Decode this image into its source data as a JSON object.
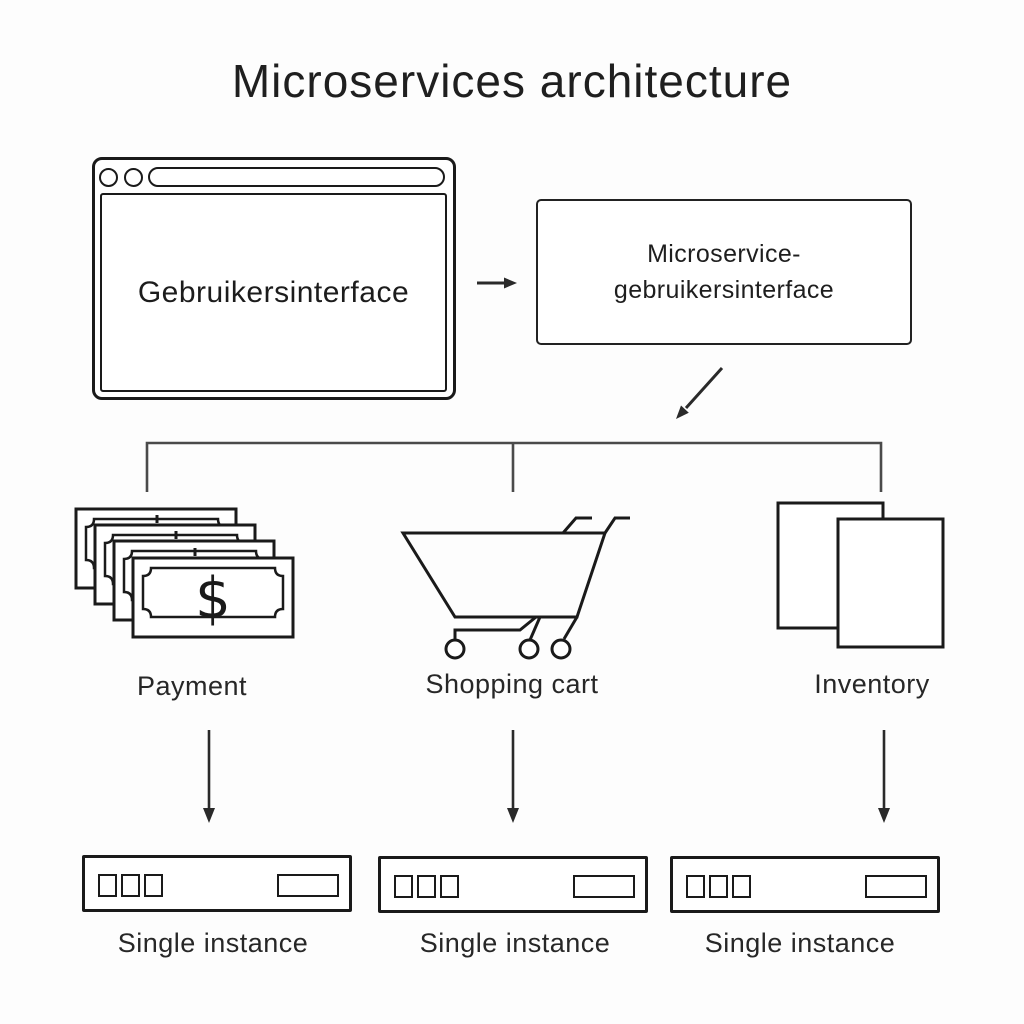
{
  "title": "Microservices architecture",
  "browser_window": {
    "label": "Gebruikersinterface"
  },
  "gateway_box": {
    "label": "Microservice-\ngebruikersinterface"
  },
  "services": [
    {
      "name": "Payment",
      "instance_label": "Single instance"
    },
    {
      "name": "Shopping cart",
      "instance_label": "Single instance"
    },
    {
      "name": "Inventory",
      "instance_label": "Single instance"
    }
  ],
  "icons": {
    "payment_currency_symbol": "$"
  },
  "colors": {
    "background": "#fdfdfd",
    "stroke": "#1a1a1a",
    "connector": "#4a4a4a",
    "text": "#222222"
  }
}
